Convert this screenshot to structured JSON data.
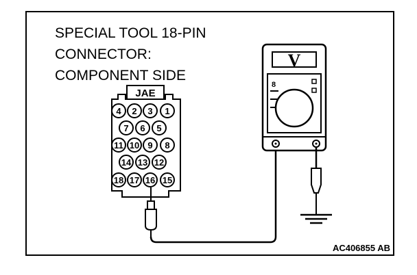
{
  "caption": {
    "line1": "SPECIAL TOOL 18-PIN",
    "line2": "CONNECTOR:",
    "line3": "COMPONENT SIDE"
  },
  "connector": {
    "tab_label": "JAE",
    "pins": {
      "row1": [
        "4",
        "2",
        "3",
        "1"
      ],
      "row2": [
        "7",
        "6",
        "5"
      ],
      "row3": [
        "11",
        "10",
        "9",
        "8"
      ],
      "row4": [
        "14",
        "13",
        "12"
      ],
      "row5": [
        "18",
        "17",
        "16",
        "15"
      ]
    },
    "probed_pin": "16"
  },
  "meter": {
    "display_symbol": "V",
    "scale_mark": "8"
  },
  "figure_id": "AC406855 AB"
}
